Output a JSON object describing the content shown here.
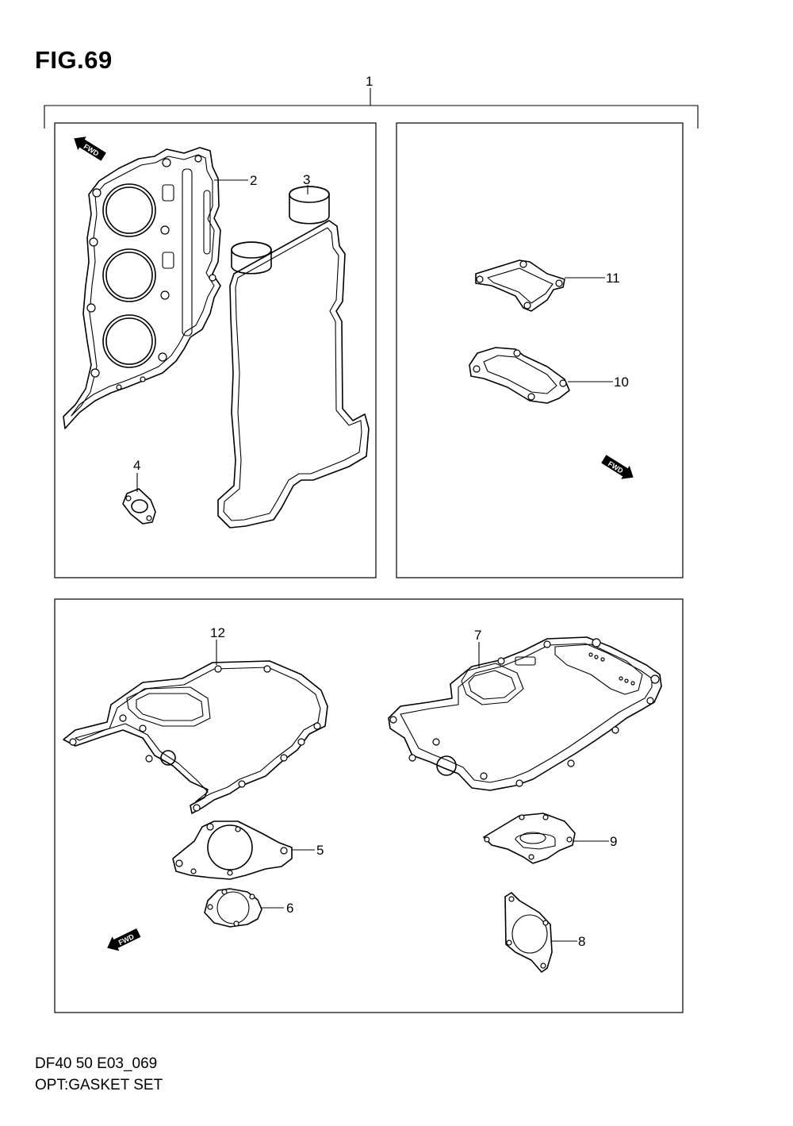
{
  "figure": {
    "title": "FIG.69"
  },
  "footer": {
    "code": "DF40 50 E03_069",
    "caption": "OPT:GASKET SET"
  },
  "callouts": {
    "set": "1",
    "cylinder_head_gasket": "2",
    "cover_gasket": "3",
    "small_gasket": "4",
    "plate_gasket_a": "5",
    "ring_gasket": "6",
    "crankcase_gasket": "7",
    "square_gasket": "8",
    "pump_gasket": "9",
    "cover_gasket_oval": "10",
    "thermostat_gasket": "11",
    "oil_pan_gasket": "12"
  },
  "fwd_marks": {
    "label": "FWD"
  }
}
